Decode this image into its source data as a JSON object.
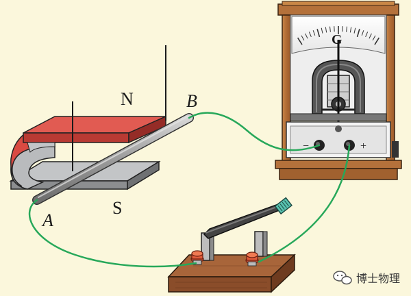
{
  "labels": {
    "north": "N",
    "south": "S",
    "rod_end_a": "A",
    "rod_end_b": "B",
    "galvanometer_letter": "G",
    "terminal_minus": "−",
    "terminal_plus": "+"
  },
  "watermark": {
    "text": "博士物理"
  },
  "colors": {
    "background": "#fbf7dc",
    "magnet_red": "#d94a42",
    "magnet_gray": "#b7b9bb",
    "wood": "#b4713b",
    "wire": "#27a85a",
    "rod": "#9a9a9a"
  },
  "icons": {
    "watermark_logo": "wechat-chat-bubble-icon"
  }
}
